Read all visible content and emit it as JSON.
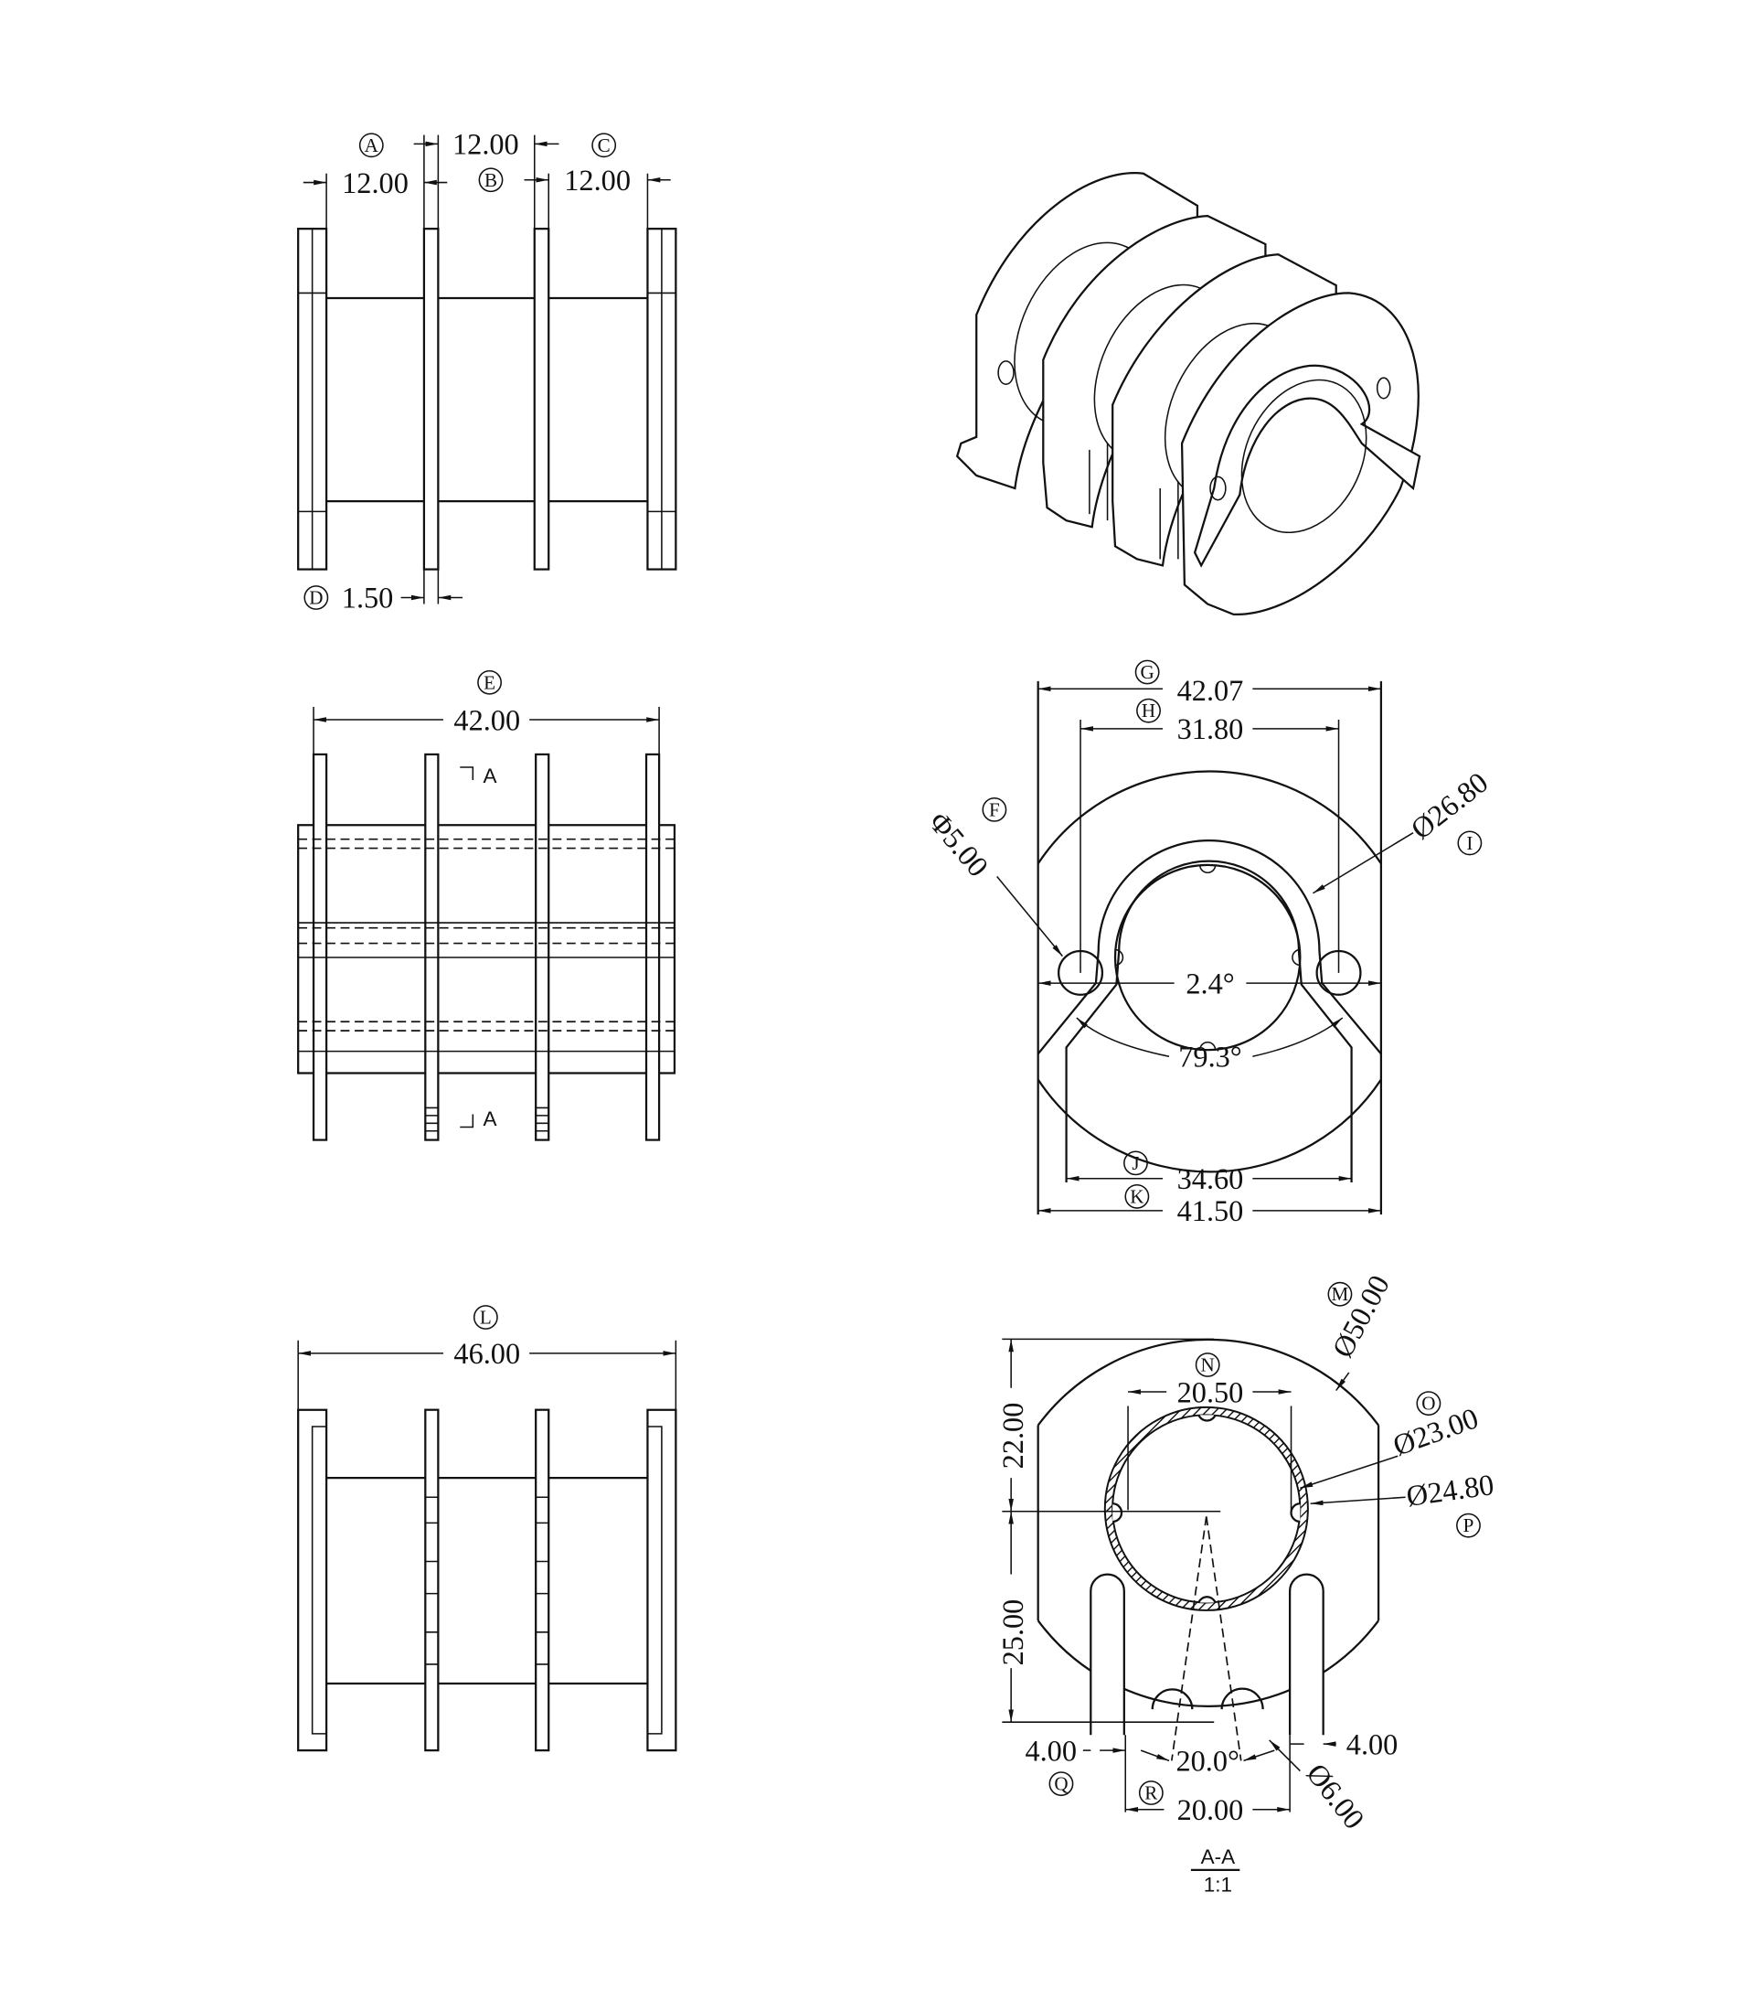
{
  "top_view": {
    "A": {
      "label": "A",
      "value": "12.00"
    },
    "B": {
      "label": "B",
      "value": "12.00"
    },
    "C": {
      "label": "C",
      "value": "12.00"
    },
    "D": {
      "label": "D",
      "value": "1.50"
    }
  },
  "side_view": {
    "E": {
      "label": "E",
      "value": "42.00"
    },
    "section_mark": "A"
  },
  "bottom_view": {
    "L": {
      "label": "L",
      "value": "46.00"
    }
  },
  "end_view": {
    "F": {
      "label": "F",
      "value": "Φ5.00"
    },
    "G": {
      "label": "G",
      "value": "42.07"
    },
    "H": {
      "label": "H",
      "value": "31.80"
    },
    "I": {
      "label": "I",
      "value": "Ø26.80"
    },
    "angle_small": "2.4°",
    "angle_large": "79.3°",
    "J": {
      "label": "J",
      "value": "34.60"
    },
    "K": {
      "label": "K",
      "value": "41.50"
    }
  },
  "section_view": {
    "M": {
      "label": "M",
      "value": "Ø50.00"
    },
    "N": {
      "label": "N",
      "value": "20.50"
    },
    "O": {
      "label": "O",
      "value": "Ø23.00"
    },
    "P": {
      "label": "P",
      "value": "Ø24.80"
    },
    "height_top": "22.00",
    "height_bottom": "25.00",
    "Q": {
      "label": "Q",
      "value": "4.00"
    },
    "right_gap": "4.00",
    "angle": "20.0°",
    "hole": "Ø6.00",
    "R": {
      "label": "R",
      "value": "20.00"
    },
    "title": "A-A",
    "scale": "1:1"
  }
}
